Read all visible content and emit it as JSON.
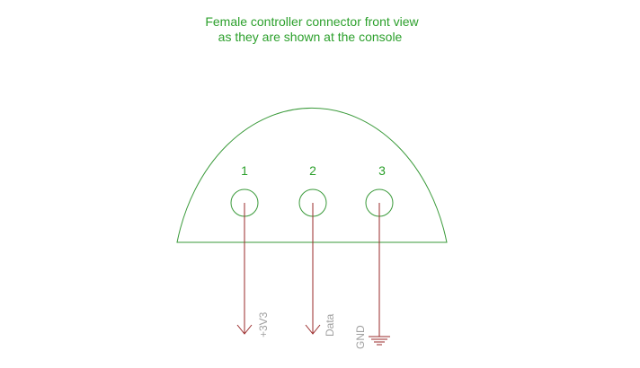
{
  "title": {
    "line1": "Female controller connector front view",
    "line2": "as they are shown at the console"
  },
  "pins": [
    {
      "number": "1",
      "net": "+3V3",
      "symbol": "arrow-down"
    },
    {
      "number": "2",
      "net": "Data",
      "symbol": "arrow-down"
    },
    {
      "number": "3",
      "net": "GND",
      "symbol": "ground"
    }
  ],
  "colors": {
    "outline": "#3a9a3a",
    "text": "#2ca02c",
    "wire": "#9a2a2a",
    "net_label": "#a0a0a0"
  }
}
